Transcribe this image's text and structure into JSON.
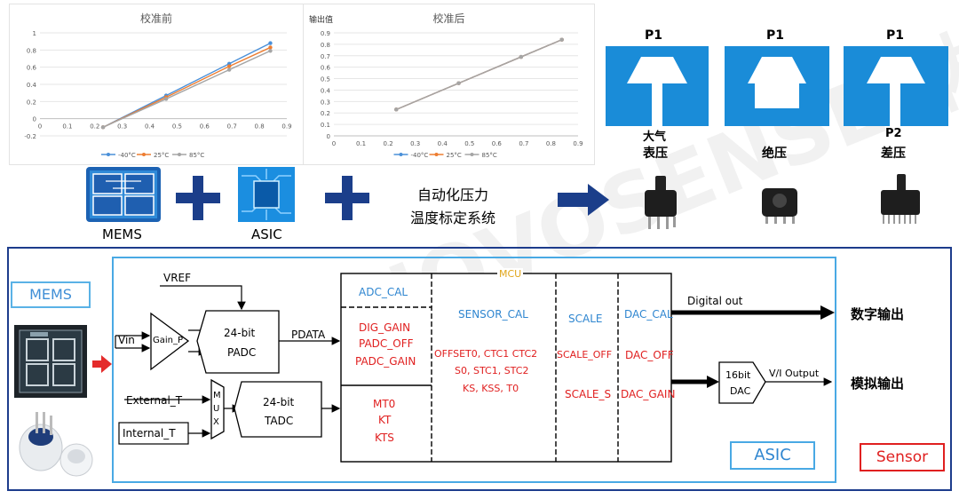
{
  "chart_data": [
    {
      "type": "line",
      "title": "校准前",
      "xlabel": "",
      "ylabel": "",
      "xlim": [
        0,
        0.9
      ],
      "ylim": [
        -0.2,
        1
      ],
      "xticks": [
        "0",
        "0.1",
        "0.2",
        "0.3",
        "0.4",
        "0.5",
        "0.6",
        "0.7",
        "0.8",
        "0.9"
      ],
      "yticks": [
        "1",
        "0.8",
        "0.6",
        "0.4",
        "0.2",
        "0",
        "-0.2"
      ],
      "legend_position": "bottom-right",
      "series": [
        {
          "name": "-40°C",
          "color": "#4a90d9",
          "points": [
            [
              0.23,
              -0.1
            ],
            [
              0.46,
              0.27
            ],
            [
              0.69,
              0.64
            ],
            [
              0.84,
              0.88
            ]
          ]
        },
        {
          "name": "25°C",
          "color": "#ed7d31",
          "points": [
            [
              0.23,
              -0.1
            ],
            [
              0.46,
              0.25
            ],
            [
              0.69,
              0.61
            ],
            [
              0.84,
              0.83
            ]
          ]
        },
        {
          "name": "85°C",
          "color": "#a5a5a5",
          "points": [
            [
              0.23,
              -0.1
            ],
            [
              0.46,
              0.23
            ],
            [
              0.69,
              0.57
            ],
            [
              0.84,
              0.79
            ]
          ]
        }
      ]
    },
    {
      "type": "line",
      "title": "校准后",
      "xlabel": "",
      "ylabel": "输出值",
      "xlim": [
        0,
        0.9
      ],
      "ylim": [
        0,
        0.9
      ],
      "xticks": [
        "0",
        "0.1",
        "0.2",
        "0.3",
        "0.4",
        "0.5",
        "0.6",
        "0.7",
        "0.8",
        "0.9"
      ],
      "yticks": [
        "0.9",
        "0.8",
        "0.7",
        "0.6",
        "0.5",
        "0.4",
        "0.3",
        "0.2",
        "0.1",
        "0"
      ],
      "legend_position": "bottom-right",
      "series": [
        {
          "name": "-40°C",
          "color": "#4a90d9",
          "points": [
            [
              0.23,
              0.23
            ],
            [
              0.46,
              0.46
            ],
            [
              0.69,
              0.69
            ],
            [
              0.84,
              0.84
            ]
          ]
        },
        {
          "name": "25°C",
          "color": "#ed7d31",
          "points": [
            [
              0.23,
              0.23
            ],
            [
              0.46,
              0.46
            ],
            [
              0.69,
              0.69
            ],
            [
              0.84,
              0.84
            ]
          ]
        },
        {
          "name": "85°C",
          "color": "#a5a5a5",
          "points": [
            [
              0.23,
              0.23
            ],
            [
              0.46,
              0.46
            ],
            [
              0.69,
              0.69
            ],
            [
              0.84,
              0.84
            ]
          ]
        }
      ]
    }
  ],
  "pressure_types": [
    {
      "port_top": "P1",
      "name_line1": "大气",
      "name_line2": "表压"
    },
    {
      "port_top": "P1",
      "name_line1": "",
      "name_line2": "绝压"
    },
    {
      "port_top": "P1",
      "name_line1": "P2",
      "name_line2": "差压"
    }
  ],
  "flow": {
    "mems_label": "MEMS",
    "asic_label": "ASIC",
    "system_line1": "自动化压力",
    "system_line2": "温度标定系统"
  },
  "watermark": "NOVOSENSE 纳芯微电子",
  "block_diagram": {
    "mems_tag": "MEMS",
    "vref": "VREF",
    "vin": "Vin",
    "gain": "Gain_P",
    "padc_line1": "24-bit",
    "padc_line2": "PADC",
    "pdata": "PDATA",
    "external_t": "External_T",
    "internal_t": "Internal_T",
    "mux": [
      "M",
      "U",
      "X"
    ],
    "tadc_line1": "24-bit",
    "tadc_line2": "TADC",
    "mcu": "MCU",
    "adc_cal": "ADC_CAL",
    "dig_gain": "DIG_GAIN",
    "padc_off": "PADC_OFF",
    "padc_gain": "PADC_GAIN",
    "mt0": "MT0",
    "kt": "KT",
    "kts": "KTS",
    "sensor_cal": "SENSOR_CAL",
    "sensor_params_1": "OFFSET0, CTC1 CTC2",
    "sensor_params_2": "S0, STC1, STC2",
    "sensor_params_3": "KS, KSS, T0",
    "scale": "SCALE",
    "scale_off": "SCALE_OFF",
    "scale_s": "SCALE_S",
    "dac_cal": "DAC_CAL",
    "dac_off": "DAC_OFF",
    "dac_gain": "DAC_GAIN",
    "digital_out": "Digital out",
    "dac_line1": "16bit",
    "dac_line2": "DAC",
    "vi_output": "V/I Output",
    "digital_output_cn": "数字输出",
    "analog_output_cn": "模拟输出",
    "asic_tag": "ASIC",
    "sensor_tag": "Sensor"
  }
}
